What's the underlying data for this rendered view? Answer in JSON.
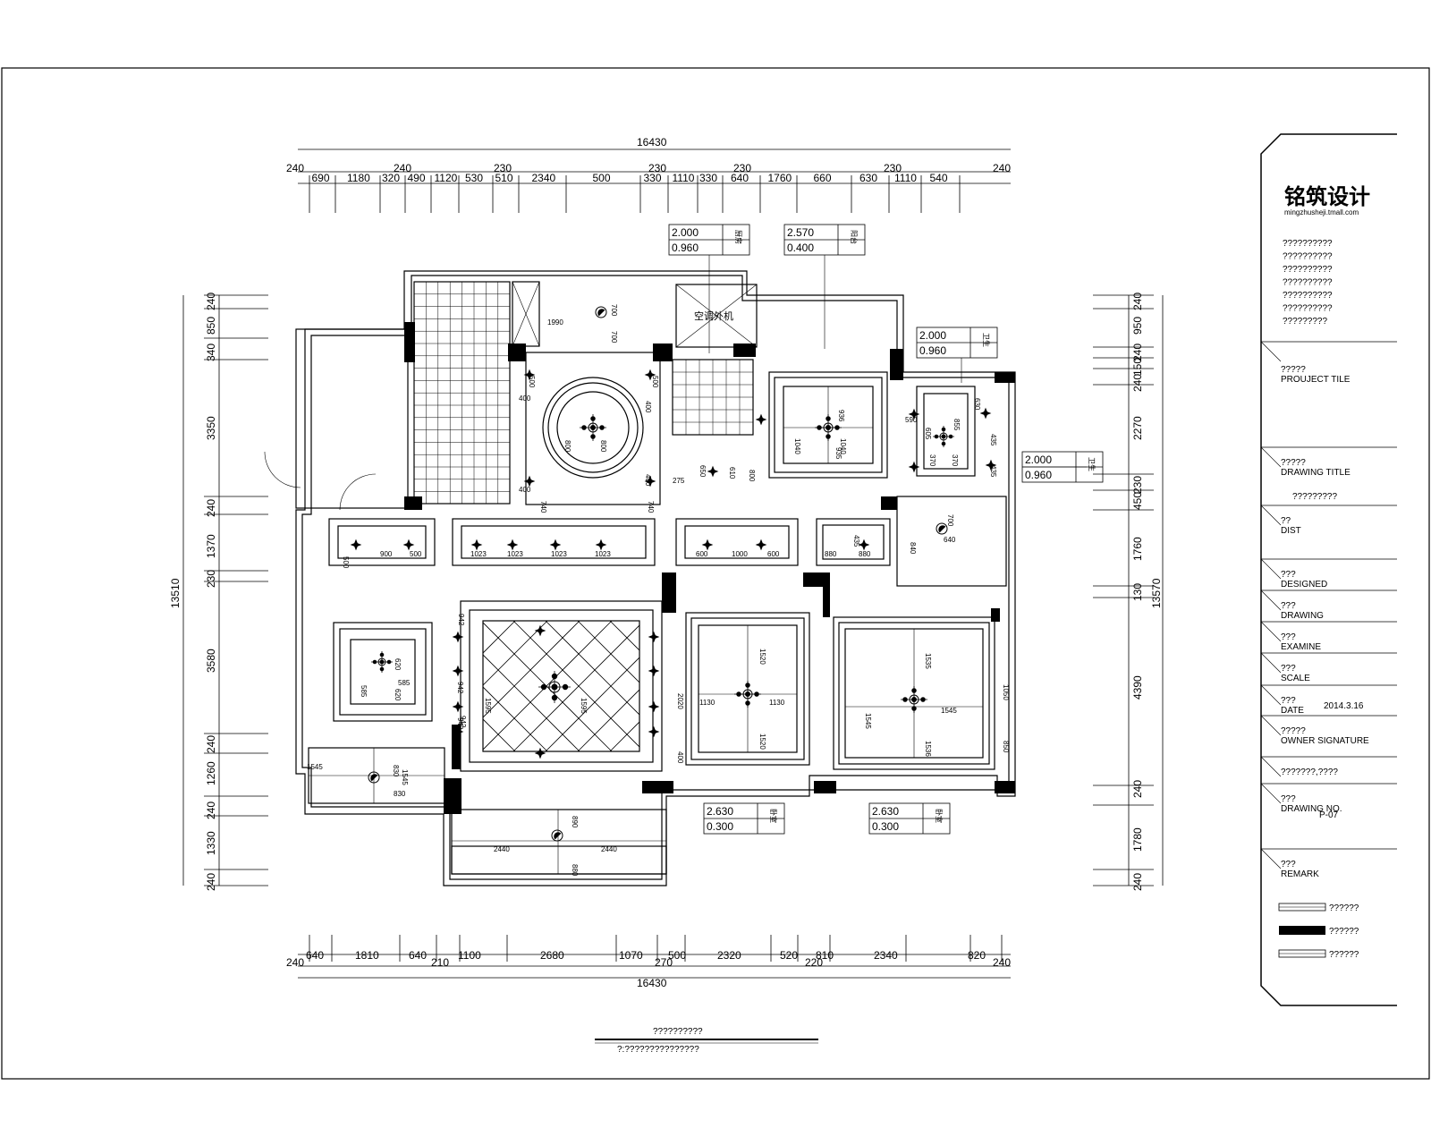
{
  "titleblock": {
    "brand": "铭筑设计",
    "brand_url": "mingzhusheji.tmall.com",
    "notes": [
      "??????????",
      "??????????",
      "??????????",
      "??????????",
      "??????????",
      "??????????",
      "?????????"
    ],
    "rows": [
      {
        "cn": "?????",
        "en": "PROUJECT TILE",
        "value": ""
      },
      {
        "cn": "?????",
        "en": "DRAWING TITLE",
        "value": "?????????"
      },
      {
        "cn": "??",
        "en": "DIST",
        "value": ""
      },
      {
        "cn": "???",
        "en": "DESIGNED",
        "value": ""
      },
      {
        "cn": "???",
        "en": "DRAWING",
        "value": ""
      },
      {
        "cn": "???",
        "en": "EXAMINE",
        "value": ""
      },
      {
        "cn": "???",
        "en": "SCALE",
        "value": ""
      },
      {
        "cn": "???",
        "en": "DATE",
        "value": "2014.3.16"
      },
      {
        "cn": "?????",
        "en": "OWNER SIGNATURE",
        "value": ""
      },
      {
        "cn": "???????,????",
        "en": "",
        "value": ""
      },
      {
        "cn": "???",
        "en": "DRAWING NO.",
        "value": "P-07"
      },
      {
        "cn": "???",
        "en": "REMARK",
        "value": ""
      }
    ],
    "legend": [
      "??????",
      "??????",
      "??????"
    ]
  },
  "dimensions": {
    "top_total": "16430",
    "top_row": [
      "690",
      "1180",
      "320",
      "490",
      "1120",
      "530",
      "510",
      "2340",
      "500",
      "330",
      "1110",
      "330",
      "640",
      "1760",
      "660",
      "630",
      "1110",
      "540"
    ],
    "top_walls": [
      "240",
      "240",
      "230",
      "230",
      "230",
      "230",
      "240"
    ],
    "bottom_total": "16430",
    "bottom_row": [
      "640",
      "1810",
      "640",
      "1100",
      "2680",
      "1070",
      "500",
      "2320",
      "520",
      "810",
      "2340",
      "820"
    ],
    "bottom_walls": [
      "240",
      "210",
      "270",
      "220",
      "240"
    ],
    "left_total": "13510",
    "left_row": [
      "240",
      "850",
      "340",
      "3350",
      "240",
      "1370",
      "230",
      "3580",
      "240",
      "1260",
      "240",
      "1330",
      "240"
    ],
    "right_total": "13570",
    "right_row": [
      "240",
      "950",
      "240",
      "150",
      "240",
      "2270",
      "230",
      "450",
      "1760",
      "130",
      "4390",
      "240",
      "1780",
      "240"
    ]
  },
  "height_tags": [
    {
      "a": "2.000",
      "b": "0.960",
      "label": "厨房"
    },
    {
      "a": "2.570",
      "b": "0.400",
      "label": "阳台"
    },
    {
      "a": "2.000",
      "b": "0.960",
      "label": "卫生"
    },
    {
      "a": "2.000",
      "b": "0.960",
      "label": "卫生"
    },
    {
      "a": "2.630",
      "b": "0.300",
      "label": "卧室"
    },
    {
      "a": "2.630",
      "b": "0.300",
      "label": "卧室"
    }
  ],
  "room_label": "空调外机",
  "room_dims": [
    "1990",
    "700",
    "700",
    "500",
    "500",
    "400",
    "400",
    "800",
    "800",
    "400",
    "740",
    "740",
    "400",
    "650",
    "610",
    "275",
    "800",
    "936",
    "1040",
    "1040",
    "935",
    "630",
    "435",
    "590",
    "605",
    "370",
    "370",
    "855",
    "435",
    "700",
    "840",
    "640",
    "435",
    "880",
    "880",
    "500",
    "900",
    "500",
    "1023",
    "1023",
    "1023",
    "1023",
    "600",
    "1000",
    "600",
    "942",
    "942",
    "942",
    "942",
    "1595",
    "1595",
    "1130",
    "1130",
    "1520",
    "1520",
    "1535",
    "1536",
    "1545",
    "1545",
    "1050",
    "850",
    "585",
    "585",
    "620",
    "620",
    "1545",
    "1545",
    "830",
    "830",
    "890",
    "880",
    "2440",
    "2440",
    "2020",
    "400"
  ],
  "footer": {
    "title": "??????????",
    "subtitle": "?:???????????????"
  }
}
